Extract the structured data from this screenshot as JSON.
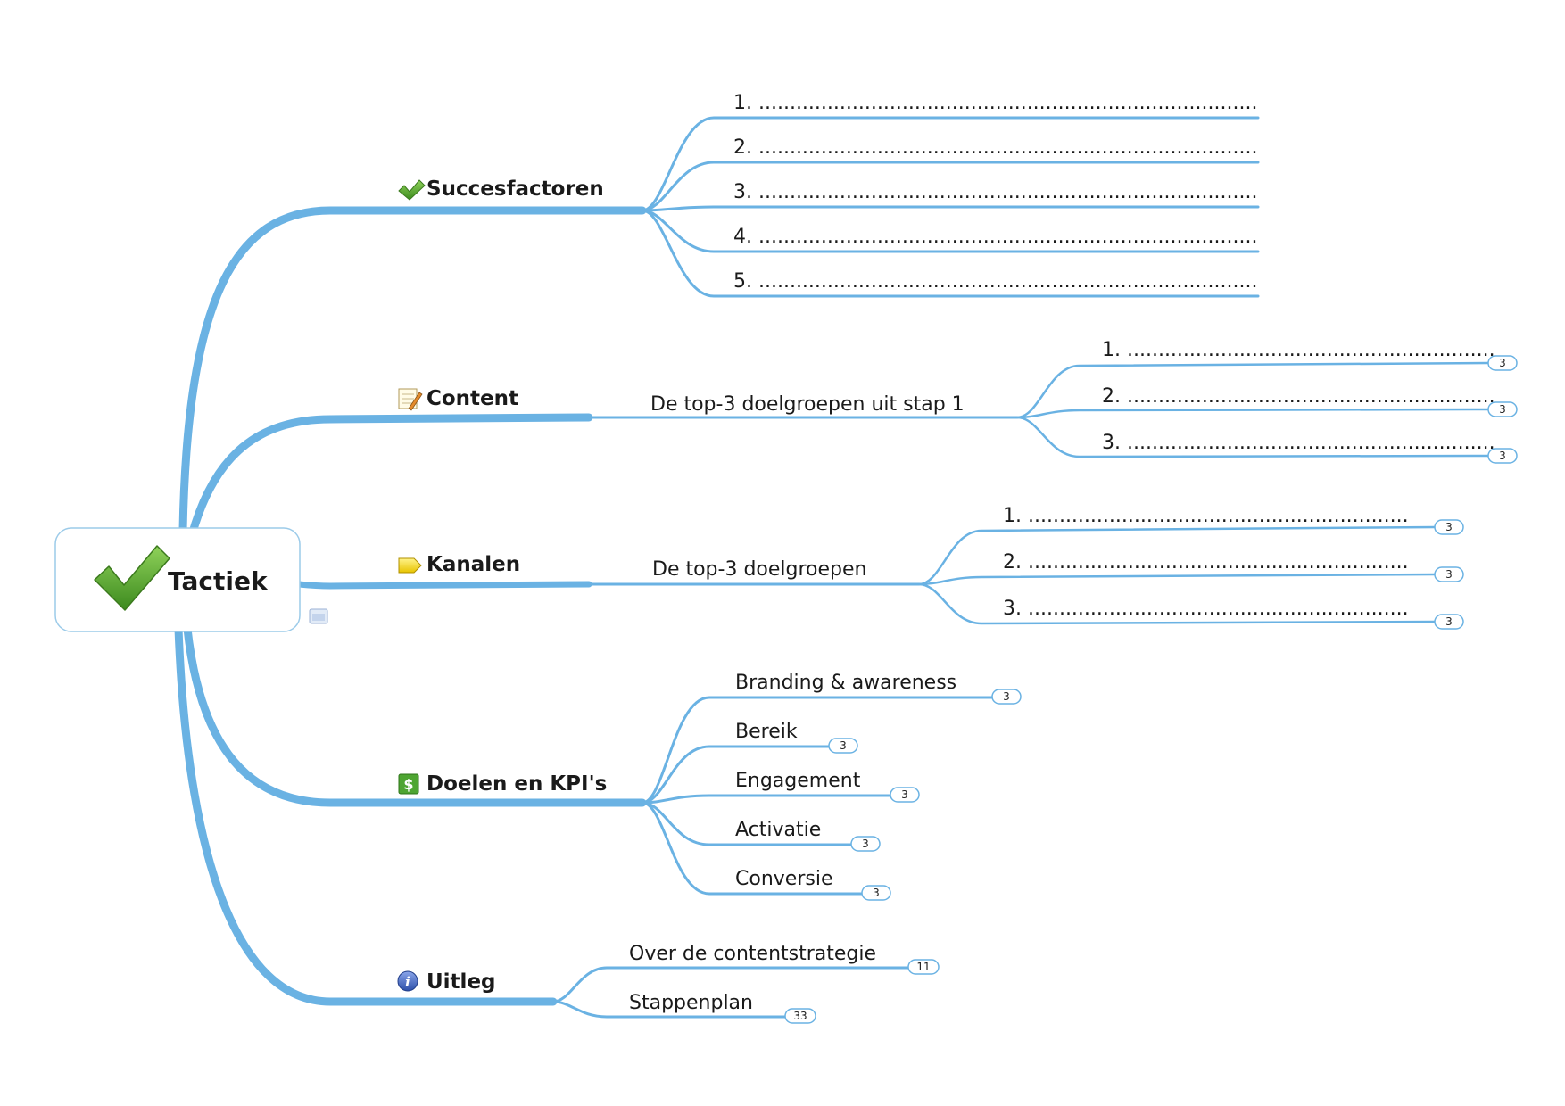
{
  "root": {
    "label": "Tactiek",
    "icon": "checkmark-icon"
  },
  "branches": [
    {
      "label": "Succesfactoren",
      "icon": "checkmark-icon",
      "children": [
        {
          "label": "1. ................................................................................"
        },
        {
          "label": "2. ................................................................................"
        },
        {
          "label": "3. ................................................................................"
        },
        {
          "label": "4. ................................................................................"
        },
        {
          "label": "5. ................................................................................"
        }
      ]
    },
    {
      "label": "Content",
      "icon": "notepad-icon",
      "sub": "De top-3 doelgroepen uit stap 1",
      "children": [
        {
          "label": "1. ...........................................................",
          "count": "3"
        },
        {
          "label": "2. ...........................................................",
          "count": "3"
        },
        {
          "label": "3. ...........................................................",
          "count": "3"
        }
      ]
    },
    {
      "label": "Kanalen",
      "icon": "tag-icon",
      "sub": "De top-3 doelgroepen",
      "children": [
        {
          "label": "1. .............................................................",
          "count": "3"
        },
        {
          "label": "2. .............................................................",
          "count": "3"
        },
        {
          "label": "3. .............................................................",
          "count": "3"
        }
      ]
    },
    {
      "label": "Doelen en KPI's",
      "icon": "dollar-icon",
      "children": [
        {
          "label": "Branding & awareness",
          "count": "3"
        },
        {
          "label": "Bereik",
          "count": "3"
        },
        {
          "label": "Engagement",
          "count": "3"
        },
        {
          "label": "Activatie",
          "count": "3"
        },
        {
          "label": "Conversie",
          "count": "3"
        }
      ]
    },
    {
      "label": "Uitleg",
      "icon": "info-icon",
      "children": [
        {
          "label": "Over de contentstrategie",
          "count": "11"
        },
        {
          "label": "Stappenplan",
          "count": "33"
        }
      ]
    }
  ],
  "colors": {
    "line": "#6ab2e3",
    "root_border": "#9ccbe9",
    "check": "#5aa02c"
  }
}
